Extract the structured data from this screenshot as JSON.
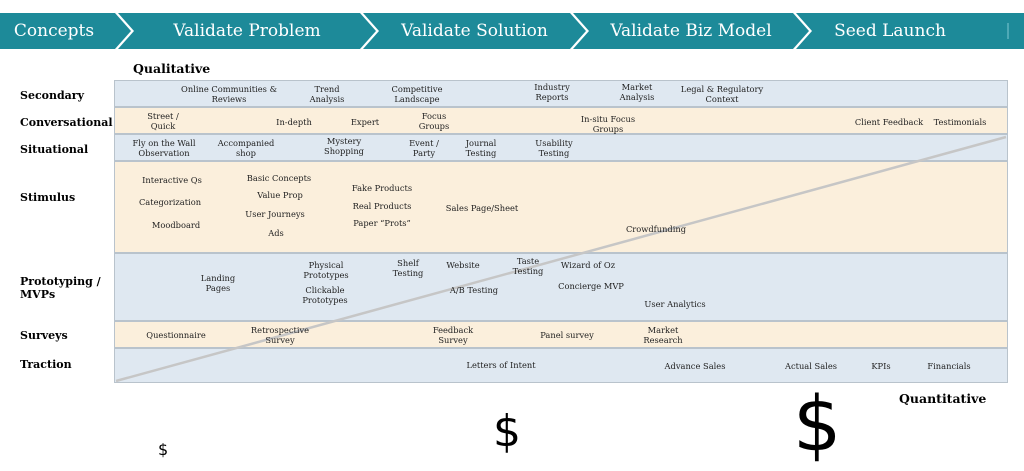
{
  "banner": {
    "color": "#1d8a99",
    "stages": [
      "Concepts",
      "Validate Problem",
      "Validate Solution",
      "Validate Biz Model",
      "Seed Launch"
    ]
  },
  "headings": {
    "top": "Qualitative",
    "bottom": "Quantitative"
  },
  "rows": {
    "secondary": "Secondary",
    "conversational": "Conversational",
    "situational": "Situational",
    "stimulus": "Stimulus",
    "prototyping": "Prototyping /\nMVPs",
    "surveys": "Surveys",
    "traction": "Traction"
  },
  "items": {
    "secondary": [
      "Online Communities &\nReviews",
      "Trend\nAnalysis",
      "Competitive\nLandscape",
      "Industry\nReports",
      "Market\nAnalysis",
      "Legal & Regulatory\nContext"
    ],
    "conversational": [
      "Street /\nQuick",
      "In-depth",
      "Expert",
      "Focus\nGroups",
      "In-situ Focus\nGroups",
      "Client Feedback",
      "Testimonials"
    ],
    "situational": [
      "Fly on the Wall\nObservation",
      "Accompanied\nshop",
      "Mystery\nShopping",
      "Event /\nParty",
      "Journal\nTesting",
      "Usability\nTesting"
    ],
    "stimulus": [
      "Interactive Qs",
      "Categorization",
      "Moodboard",
      "Basic Concepts",
      "Value Prop",
      "User Journeys",
      "Ads",
      "Fake Products",
      "Real Products",
      "Paper “Prots”",
      "Sales Page/Sheet",
      "Crowdfunding"
    ],
    "prototyping": [
      "Landing\nPages",
      "Physical\nPrototypes",
      "Clickable\nPrototypes",
      "Shelf\nTesting",
      "Website",
      "A/B Testing",
      "Taste\nTesting",
      "Wizard of Oz",
      "Concierge MVP",
      "User Analytics"
    ],
    "surveys": [
      "Questionnaire",
      "Retrospective\nSurvey",
      "Feedback\nSurvey",
      "Panel survey",
      "Market\nResearch"
    ],
    "traction": [
      "Letters of Intent",
      "Advance Sales",
      "Actual Sales",
      "KPIs",
      "Financials"
    ]
  },
  "dollars": [
    "$",
    "$",
    "$"
  ]
}
